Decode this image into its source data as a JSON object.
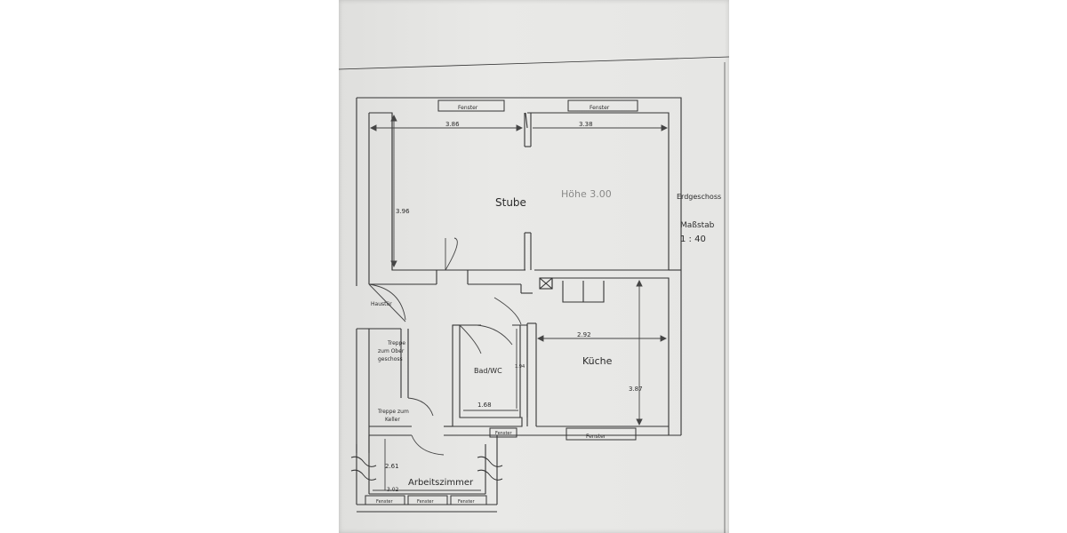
{
  "rooms": {
    "stube": "Stube",
    "kueche": "Küche",
    "bad": "Bad/WC",
    "arbeitszimmer": "Arbeitszimmer"
  },
  "notes": {
    "hoehe": "Höhe 3.00",
    "haustuer": "Haustür",
    "treppe_oben_1": "Treppe",
    "treppe_oben_2": "zum Ober",
    "treppe_oben_3": "geschoss",
    "treppe_keller_1": "Treppe zum",
    "treppe_keller_2": "Keller"
  },
  "legend": {
    "title": "Erdgeschoss",
    "scale_label": "Maßstab",
    "scale_value": "1 : 40"
  },
  "windows": {
    "stube_left": "Fenster",
    "stube_right": "Fenster",
    "kueche": "Fenster",
    "bad": "Fenster",
    "arbeit_1": "Fenster",
    "arbeit_2": "Fenster",
    "arbeit_3": "Fenster"
  },
  "dimensions": {
    "stube_width_left": "3.86",
    "stube_width_right": "3.38",
    "stube_height": "3.96",
    "kueche_width": "2.92",
    "kueche_height": "3.87",
    "bad_width": "1.68",
    "bad_height": "1.94",
    "arbeit_width": "3.02",
    "arbeit_height": "2.61"
  },
  "colors": {
    "paper": "#e6e6e4",
    "ink": "#2a2a2a"
  }
}
